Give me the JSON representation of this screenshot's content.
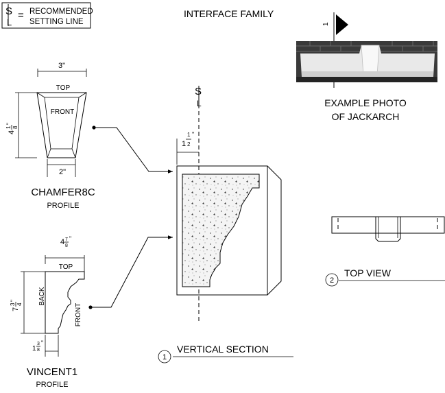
{
  "legend": {
    "symbol_s": "S",
    "symbol_l": "L",
    "equals": "=",
    "line1": "RECOMMENDED",
    "line2": "SETTING LINE"
  },
  "header": {
    "title": "INTERFACE FAMILY"
  },
  "photo": {
    "marker": "1",
    "caption_line1": "EXAMPLE PHOTO",
    "caption_line2": "OF JACKARCH"
  },
  "chamfer": {
    "width_top": "3\"",
    "width_bottom": "2\"",
    "height_whole": "4",
    "height_num": "1",
    "height_den": "8",
    "height_unit": "\"",
    "label_top": "TOP",
    "label_front": "FRONT",
    "name": "CHAMFER8C",
    "subtitle": "PROFILE"
  },
  "vincent": {
    "width_whole": "4",
    "width_num": "7",
    "width_den": "8",
    "width_unit": "\"",
    "height_whole": "7",
    "height_num": "3",
    "height_den": "4",
    "height_unit": "\"",
    "base_whole": "1",
    "base_num": "3",
    "base_den": "8",
    "base_unit": "\"",
    "label_top": "TOP",
    "label_back": "BACK",
    "label_front": "FRONT",
    "name": "VINCENT1",
    "subtitle": "PROFILE"
  },
  "section": {
    "setting_s": "S",
    "setting_l": "L",
    "offset_whole": "1",
    "offset_num": "1",
    "offset_den": "2",
    "offset_unit": "\"",
    "number": "1",
    "title": "VERTICAL SECTION"
  },
  "top_view": {
    "number": "2",
    "title": "TOP VIEW"
  }
}
